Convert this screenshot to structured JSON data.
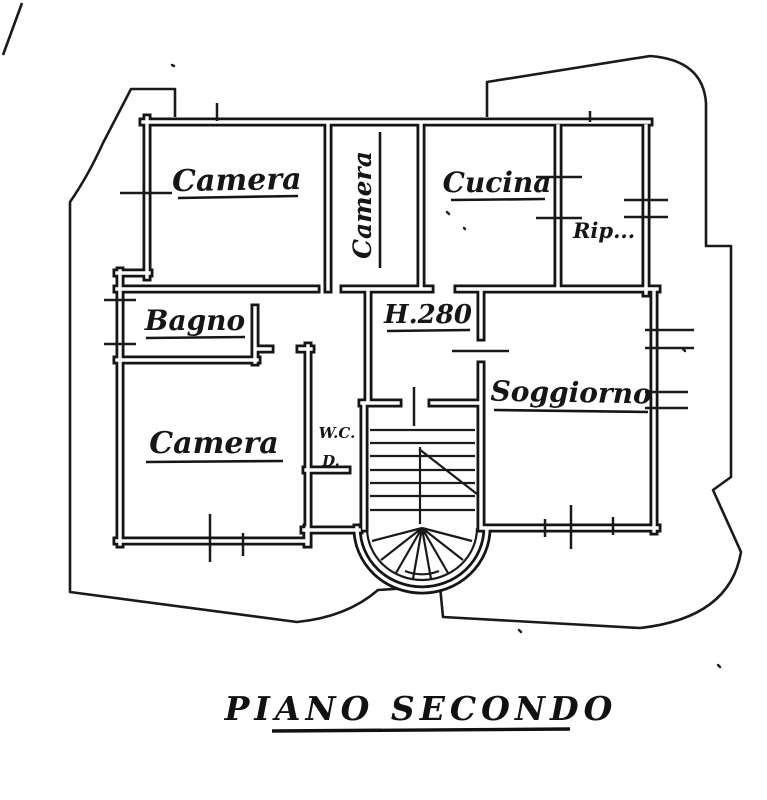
{
  "page": {
    "background": "#ffffff",
    "ink": "#1a1a1a"
  },
  "plan": {
    "title": "PIANO SECONDO",
    "rooms": {
      "camera_top": "Camera",
      "camera_center": "Camera",
      "cucina": "Cucina",
      "ripostiglio": "Rip...",
      "bagno": "Bagno",
      "camera_bottom": "Camera",
      "soggiorno": "Soggiorno",
      "wc": "W.C.",
      "disimpegno": "D."
    },
    "annotations": {
      "ceiling_height": "H.280"
    }
  }
}
